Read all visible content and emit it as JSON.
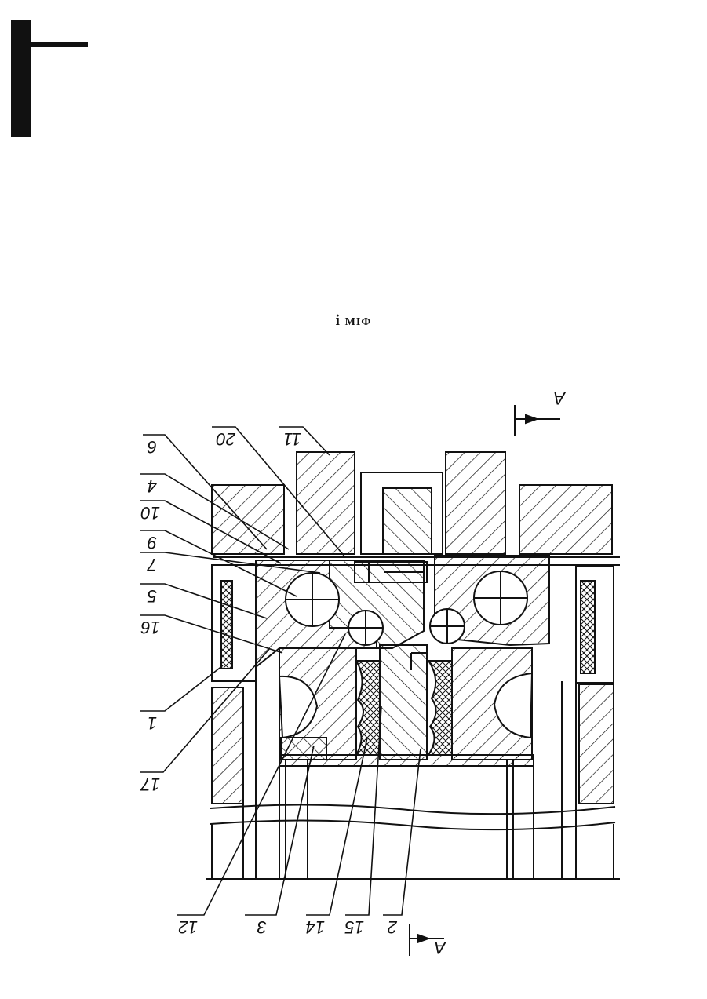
{
  "caption": {
    "main": "і",
    "rest": "МІФ"
  },
  "section": {
    "mark_top": "А",
    "mark_bottom": "А"
  },
  "labels": {
    "l6": "6",
    "l20": "20",
    "l11": "11",
    "l4": "4",
    "l10": "10",
    "l9": "9",
    "l7": "7",
    "l5": "5",
    "l16": "16",
    "l1": "1",
    "l17": "17",
    "l12": "12",
    "l3": "3",
    "l14": "14",
    "l15": "15",
    "l2": "2"
  },
  "colors": {
    "ink": "#111111",
    "paper": "#ffffff"
  }
}
